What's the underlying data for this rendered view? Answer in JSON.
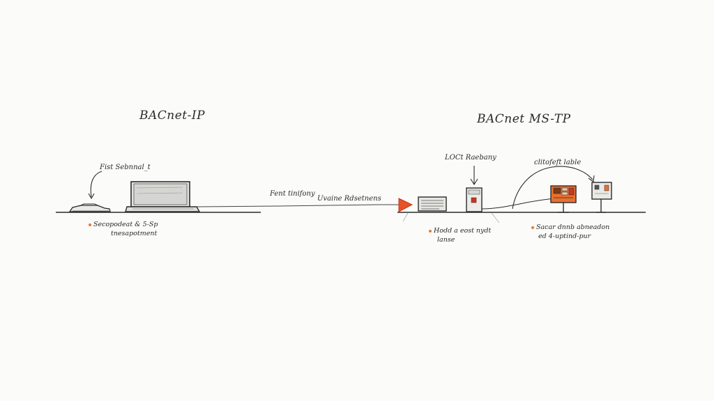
{
  "sections": {
    "left_title": "BACnet-IP",
    "right_title": "BACnet MS-TP"
  },
  "labels": {
    "left_callout": "Fist Sebnnal_t",
    "link_label_1": "Fent tinifony",
    "link_label_2": "Uvaine Rdsetnens",
    "loct_label": "LOCt Raebany",
    "right_callout": "clitofeft lable"
  },
  "notes": {
    "left_note_line1": "Secopodeat & 5-Sp",
    "left_note_line2": "tnesapotment",
    "middle_note_line1": "Hodd a eost nydt",
    "middle_note_line2": "lanse",
    "right_note_line1": "Sacar dnnb abneadon",
    "right_note_line2": "ed 4-uptind-pur"
  },
  "colors": {
    "ink": "#2b2b2b",
    "accent_orange": "#e8522a",
    "bullet_orange": "#e07a30",
    "panel_red": "#c0392b",
    "paper": "#fbfbf9"
  },
  "icons": {
    "vehicle": "car-icon",
    "laptop": "laptop-icon",
    "triangle": "orange-triangle-icon",
    "router": "router-icon",
    "controller": "controller-box-icon",
    "panel": "control-panel-icon",
    "sensor_post": "sensor-post-icon"
  }
}
